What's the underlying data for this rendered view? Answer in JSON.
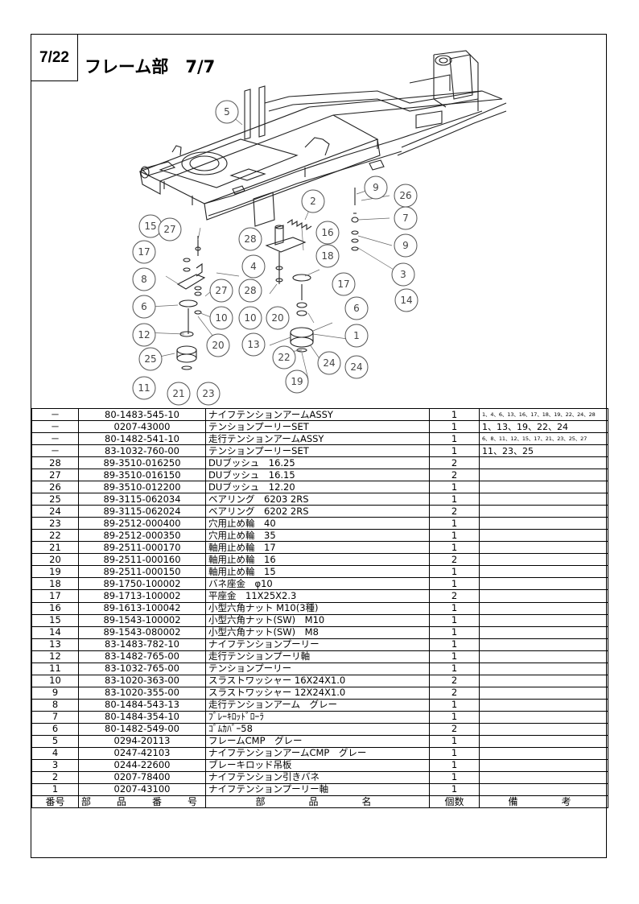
{
  "page": {
    "number": "7/22",
    "title": "フレーム部　7/7"
  },
  "callouts": [
    "5",
    "2",
    "9",
    "26",
    "7",
    "15",
    "27",
    "16",
    "28",
    "17",
    "9",
    "18",
    "4",
    "3",
    "8",
    "17",
    "27",
    "28",
    "14",
    "6",
    "6",
    "10",
    "10",
    "20",
    "12",
    "1",
    "20",
    "13",
    "25",
    "22",
    "24",
    "24",
    "11",
    "21",
    "23",
    "19"
  ],
  "table": {
    "headers": {
      "no": "番号",
      "part_no": "部　品　番　号",
      "name": "部　　品　　名",
      "qty": "個数",
      "remarks": "備　　考"
    },
    "rows": [
      {
        "no": "－",
        "part_no": "80-1483-545-10",
        "name": "ナイフテンションアームASSY",
        "qty": "1",
        "remarks": "1、4、6、13、16、17、18、19、22、24、28",
        "small": true
      },
      {
        "no": "－",
        "part_no": "0207-43000",
        "name": "テンションプーリーSET",
        "qty": "1",
        "remarks": "1、13、19、22、24",
        "small": false
      },
      {
        "no": "－",
        "part_no": "80-1482-541-10",
        "name": "走行テンションアームASSY",
        "qty": "1",
        "remarks": "6、8、11、12、15、17、21、23、25、27",
        "small": true
      },
      {
        "no": "－",
        "part_no": "83-1032-760-00",
        "name": "テンションプーリーSET",
        "qty": "1",
        "remarks": "11、23、25",
        "small": false
      },
      {
        "no": "28",
        "part_no": "89-3510-016250",
        "name": "DUブッシュ　16.25",
        "qty": "2",
        "remarks": "",
        "small": false
      },
      {
        "no": "27",
        "part_no": "89-3510-016150",
        "name": "DUブッシュ　16.15",
        "qty": "2",
        "remarks": "",
        "small": false
      },
      {
        "no": "26",
        "part_no": "89-3510-012200",
        "name": "DUブッシュ　12.20",
        "qty": "1",
        "remarks": "",
        "small": false
      },
      {
        "no": "25",
        "part_no": "89-3115-062034",
        "name": "ベアリング　6203 2RS",
        "qty": "1",
        "remarks": "",
        "small": false
      },
      {
        "no": "24",
        "part_no": "89-3115-062024",
        "name": "ベアリング　6202 2RS",
        "qty": "2",
        "remarks": "",
        "small": false
      },
      {
        "no": "23",
        "part_no": "89-2512-000400",
        "name": "穴用止め輪　40",
        "qty": "1",
        "remarks": "",
        "small": false
      },
      {
        "no": "22",
        "part_no": "89-2512-000350",
        "name": "穴用止め輪　35",
        "qty": "1",
        "remarks": "",
        "small": false
      },
      {
        "no": "21",
        "part_no": "89-2511-000170",
        "name": "軸用止め輪　17",
        "qty": "1",
        "remarks": "",
        "small": false
      },
      {
        "no": "20",
        "part_no": "89-2511-000160",
        "name": "軸用止め輪　16",
        "qty": "2",
        "remarks": "",
        "small": false
      },
      {
        "no": "19",
        "part_no": "89-2511-000150",
        "name": "軸用止め輪　15",
        "qty": "1",
        "remarks": "",
        "small": false
      },
      {
        "no": "18",
        "part_no": "89-1750-100002",
        "name": "バネ座金　φ10",
        "qty": "1",
        "remarks": "",
        "small": false
      },
      {
        "no": "17",
        "part_no": "89-1713-100002",
        "name": "平座金　11X25X2.3",
        "qty": "2",
        "remarks": "",
        "small": false
      },
      {
        "no": "16",
        "part_no": "89-1613-100042",
        "name": "小型六角ナット M10(3種)",
        "qty": "1",
        "remarks": "",
        "small": false
      },
      {
        "no": "15",
        "part_no": "89-1543-100002",
        "name": "小型六角ナット(SW)　M10",
        "qty": "1",
        "remarks": "",
        "small": false
      },
      {
        "no": "14",
        "part_no": "89-1543-080002",
        "name": "小型六角ナット(SW)　M8",
        "qty": "1",
        "remarks": "",
        "small": false
      },
      {
        "no": "13",
        "part_no": "83-1483-782-10",
        "name": "ナイフテンションプーリー",
        "qty": "1",
        "remarks": "",
        "small": false
      },
      {
        "no": "12",
        "part_no": "83-1482-765-00",
        "name": "走行テンションプーリ軸",
        "qty": "1",
        "remarks": "",
        "small": false
      },
      {
        "no": "11",
        "part_no": "83-1032-765-00",
        "name": "テンションプーリー",
        "qty": "1",
        "remarks": "",
        "small": false
      },
      {
        "no": "10",
        "part_no": "83-1020-363-00",
        "name": "スラストワッシャー 16X24X1.0",
        "qty": "2",
        "remarks": "",
        "small": false
      },
      {
        "no": "9",
        "part_no": "83-1020-355-00",
        "name": "スラストワッシャー 12X24X1.0",
        "qty": "2",
        "remarks": "",
        "small": false
      },
      {
        "no": "8",
        "part_no": "80-1484-543-13",
        "name": "走行テンションアーム　グレー",
        "qty": "1",
        "remarks": "",
        "small": false
      },
      {
        "no": "7",
        "part_no": "80-1484-354-10",
        "name": "ﾌﾞﾚｰｷﾛｯﾄﾞﾛｰﾗ",
        "qty": "1",
        "remarks": "",
        "small": false
      },
      {
        "no": "6",
        "part_no": "80-1482-549-00",
        "name": "ｺﾞﾑｶﾊﾞｰ58",
        "qty": "2",
        "remarks": "",
        "small": false
      },
      {
        "no": "5",
        "part_no": "0294-20113",
        "name": "フレームCMP　グレー",
        "qty": "1",
        "remarks": "",
        "small": false
      },
      {
        "no": "4",
        "part_no": "0247-42103",
        "name": "ナイフテンションアームCMP　グレー",
        "qty": "1",
        "remarks": "",
        "small": false
      },
      {
        "no": "3",
        "part_no": "0244-22600",
        "name": "ブレーキロッド吊板",
        "qty": "1",
        "remarks": "",
        "small": false
      },
      {
        "no": "2",
        "part_no": "0207-78400",
        "name": "ナイフテンション引きバネ",
        "qty": "1",
        "remarks": "",
        "small": false
      },
      {
        "no": "1",
        "part_no": "0207-43100",
        "name": "ナイフテンションプーリー軸",
        "qty": "1",
        "remarks": "",
        "small": false
      }
    ]
  }
}
